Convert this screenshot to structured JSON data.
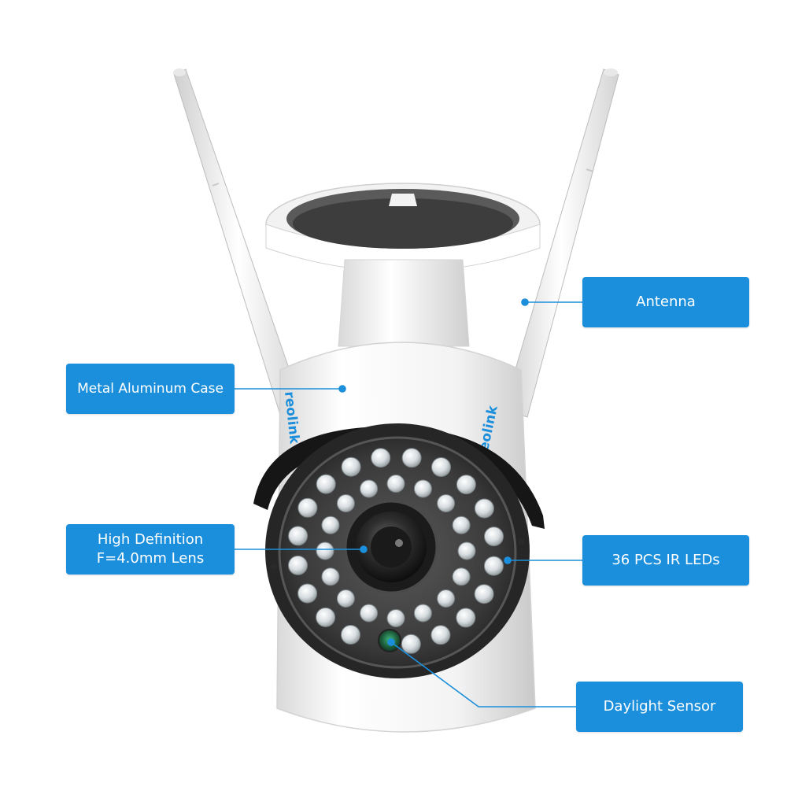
{
  "colors": {
    "accent": "#1c8fdc",
    "label_text": "#ffffff",
    "camera_body": "#f4f4f4",
    "hood": "#222222"
  },
  "brand": {
    "name": "reolink"
  },
  "callouts": [
    {
      "id": "antenna",
      "lines": [
        "Antenna"
      ]
    },
    {
      "id": "case",
      "lines": [
        "Metal Aluminum Case"
      ]
    },
    {
      "id": "lens",
      "lines": [
        "High Definition",
        "F=4.0mm Lens"
      ]
    },
    {
      "id": "leds",
      "lines": [
        "36 PCS IR LEDs"
      ]
    },
    {
      "id": "sensor",
      "lines": [
        "Daylight Sensor"
      ]
    }
  ]
}
